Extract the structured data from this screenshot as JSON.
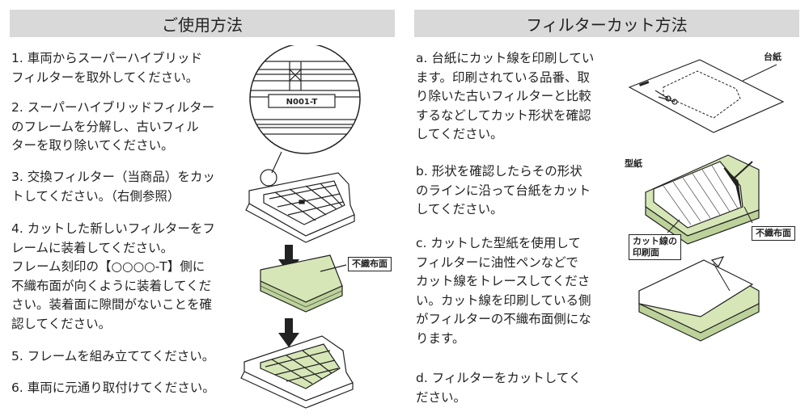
{
  "left_section": {
    "title": "ご使用方法",
    "steps": [
      {
        "lines": [
          "1. 車両からスーパーハイブリッド",
          "フィルターを取外してください。"
        ]
      },
      {
        "lines": [
          "2. スーパーハイブリッドフィルター",
          "のフレームを分解し、古いフィル",
          "ターを取り除いてください。"
        ]
      },
      {
        "lines": [
          "3. 交換フィルター（当商品）をカッ",
          "トしてください。（右側参照）"
        ]
      },
      {
        "lines": [
          "4. カットした新しいフィルターをフ",
          "レームに装着してください。",
          "フレーム刻印の【○○○○-T】側に",
          "不織布面が向くように装着してくだ",
          "さい。装着面に隙間がないことを確",
          "認してください。"
        ]
      },
      {
        "lines": [
          "5. フレームを組み立ててください。"
        ]
      },
      {
        "lines": [
          "6. 車両に元通り取付けてください。"
        ]
      }
    ],
    "frame_code": "N001-T",
    "nonwoven_label": "不織布面"
  },
  "right_section": {
    "title": "フィルターカット方法",
    "steps": [
      {
        "lines": [
          "a. 台紙にカット線を印刷してい",
          "ます。印刷されている品番、取",
          "り除いた古いフィルターと比較",
          "するなどしてカット形状を確認",
          "してください。"
        ]
      },
      {
        "lines": [
          "b. 形状を確認したらその形状",
          "のラインに沿って台紙をカット",
          "してください。"
        ]
      },
      {
        "lines": [
          "c. カットした型紙を使用して",
          "フィルターに油性ペンなどで",
          "カット線をトレースしてくださ",
          "い。カット線を印刷している側",
          "がフィルターの不織布面側にな",
          "ります。"
        ]
      },
      {
        "lines": [
          "d. フィルターをカットしてく",
          "ださい。"
        ]
      }
    ],
    "labels": {
      "daishi": "台紙",
      "katagami": "型紙",
      "cut_line_1": "カット線の",
      "cut_line_2": "印刷面",
      "nonwoven": "不織布面"
    }
  },
  "colors": {
    "header_bg": "#d9d9d9",
    "filter_green": "#d6e6b6",
    "filter_side": "#bcd29a",
    "line": "#222222"
  }
}
